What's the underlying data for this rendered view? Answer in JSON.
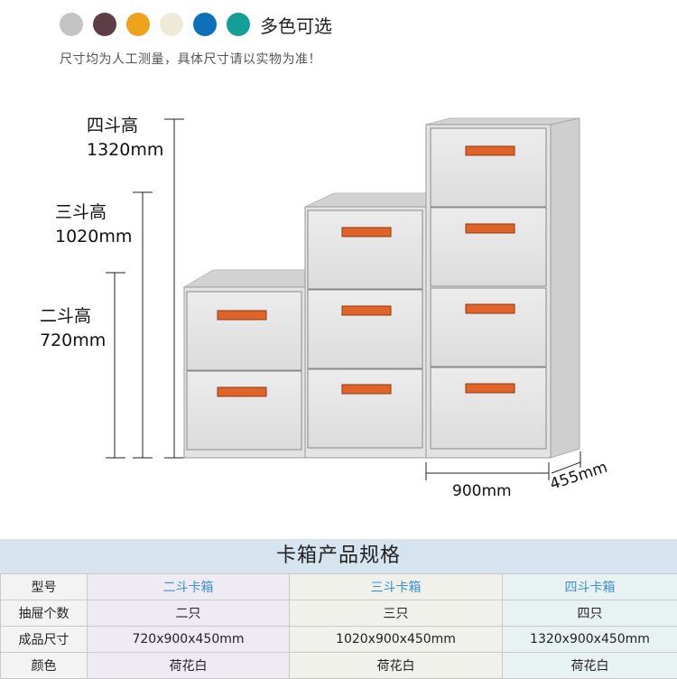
{
  "colors": {
    "swatches": [
      "#c4c4c4",
      "#5e3e46",
      "#f0a21c",
      "#edebd8",
      "#0e70b8",
      "#139e9a"
    ],
    "label": "多色可选"
  },
  "note": "尺寸均为人工测量，具体尺寸请以实物为准！",
  "dimensions": {
    "four": {
      "label": "四斗高",
      "value": "1320mm"
    },
    "three": {
      "label": "三斗高",
      "value": "1020mm"
    },
    "two": {
      "label": "二斗高",
      "value": "720mm"
    },
    "width": "900mm",
    "depth": "455mm"
  },
  "handle_color": "#e0642a",
  "cabinet_color": "#dedede",
  "spec_table": {
    "title": "卡箱产品规格",
    "columns": [
      "型号",
      "二斗卡箱",
      "三斗卡箱",
      "四斗卡箱"
    ],
    "rows": [
      [
        "抽屉个数",
        "二只",
        "三只",
        "四只"
      ],
      [
        "成品尺寸",
        "720x900x450mm",
        "1020x900x450mm",
        "1320x900x450mm"
      ],
      [
        "颜色",
        "荷花白",
        "荷花白",
        "荷花白"
      ]
    ]
  }
}
